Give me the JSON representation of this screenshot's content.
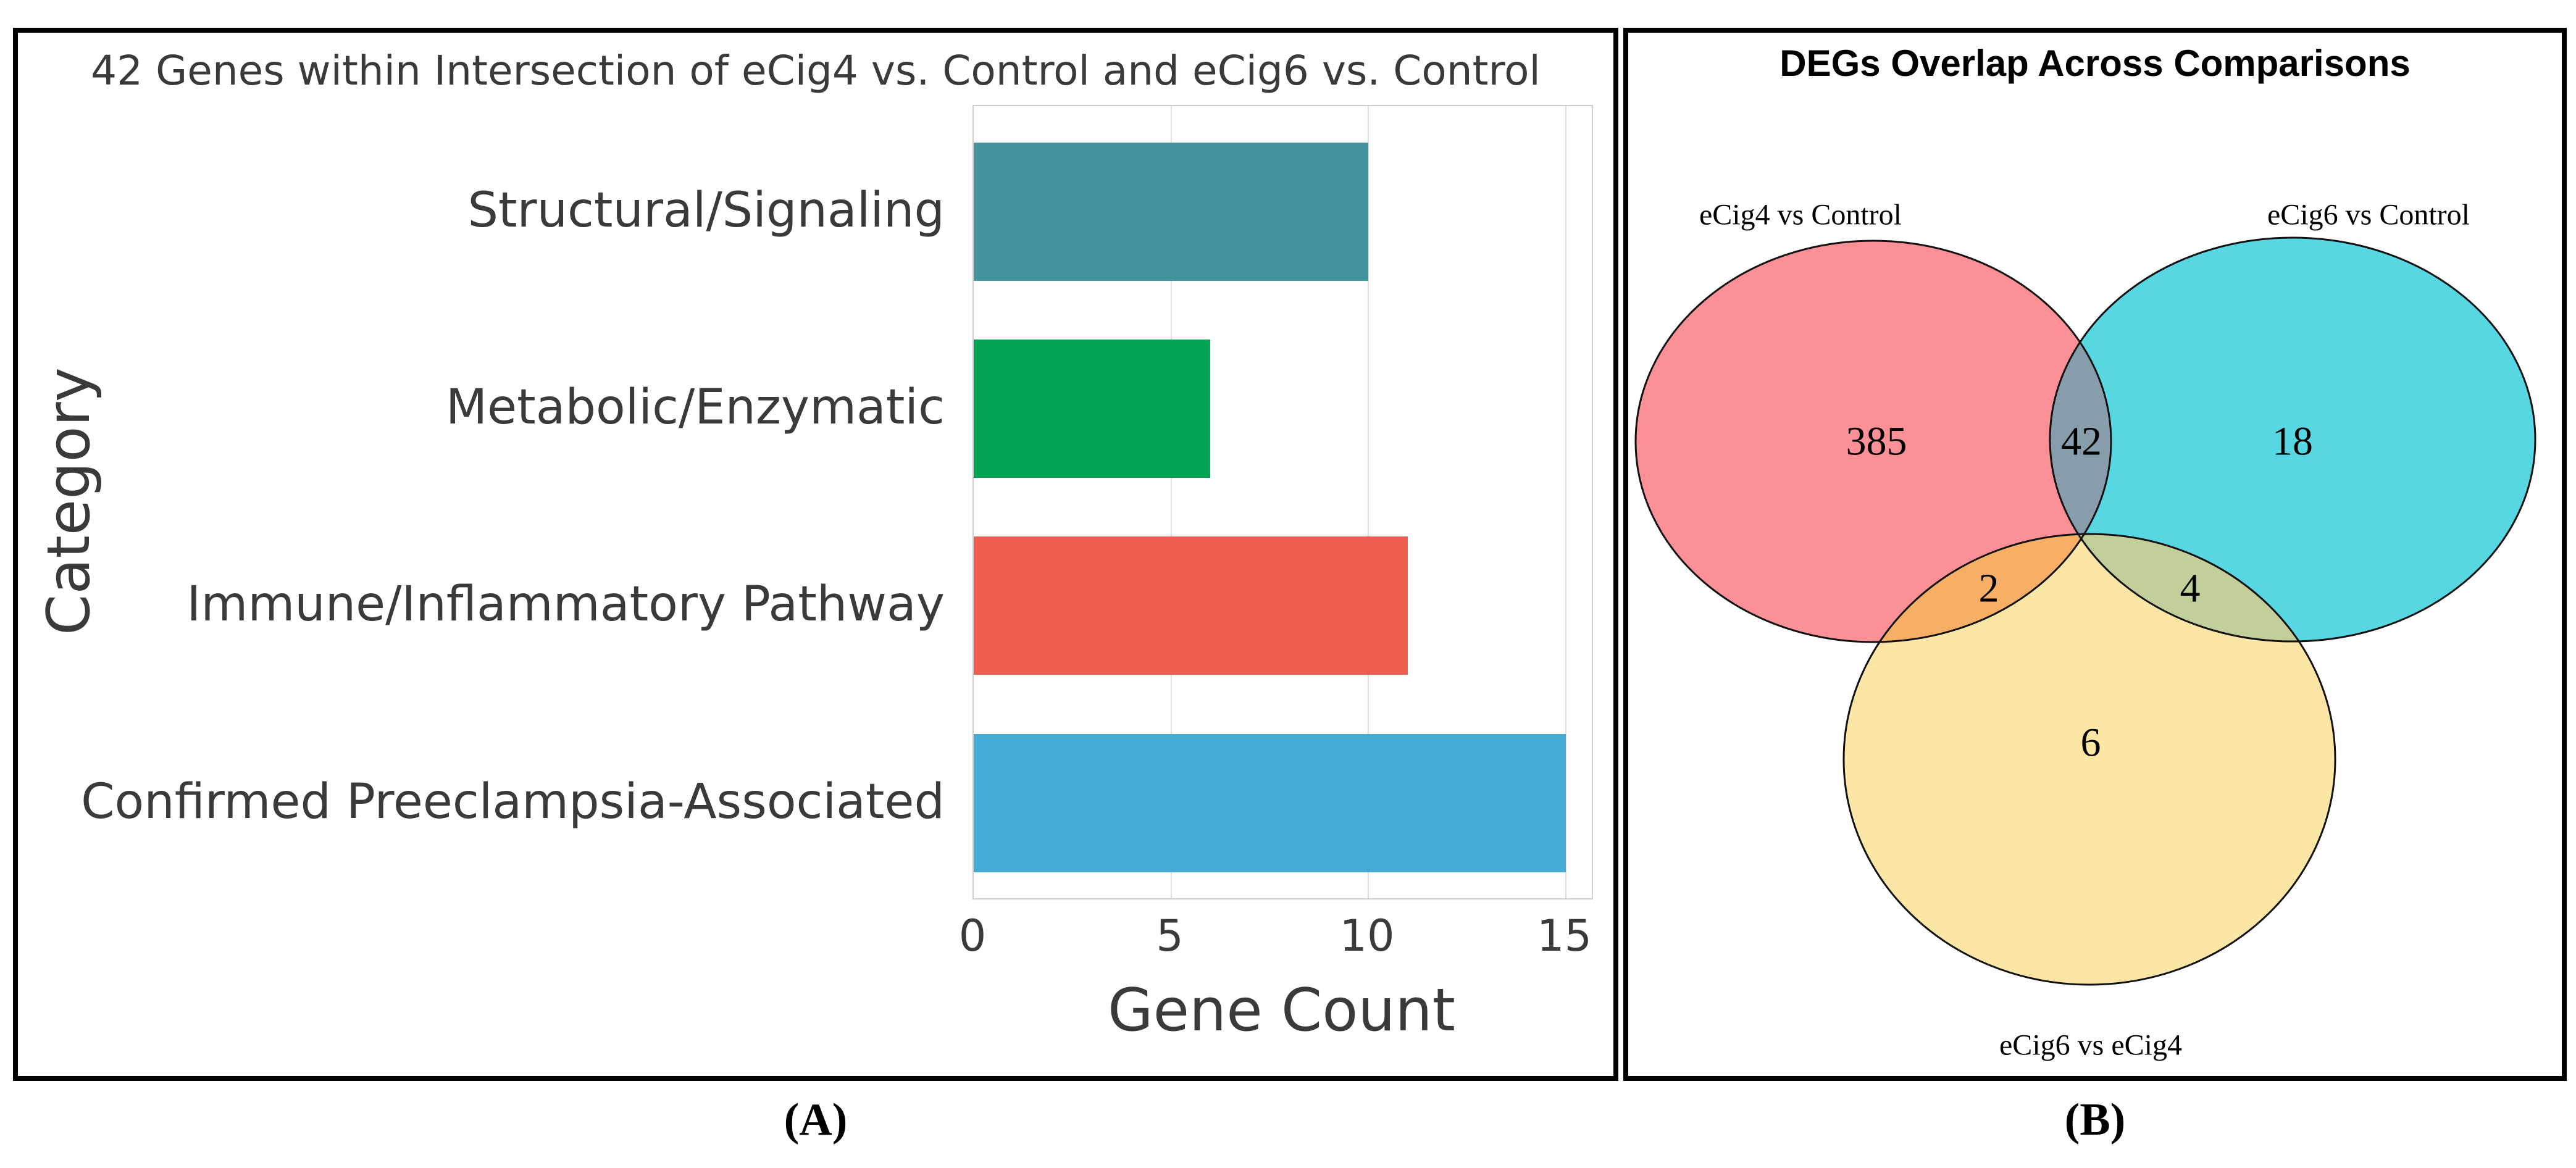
{
  "panel_a": {
    "caption": "(A)",
    "title": "42 Genes within Intersection of eCig4 vs. Control and eCig6 vs. Control",
    "xlabel": "Gene Count",
    "ylabel": "Category"
  },
  "panel_b": {
    "caption": "(B)",
    "title": "DEGs Overlap Across Comparisons"
  },
  "chart_data": [
    {
      "type": "bar",
      "orientation": "horizontal",
      "title": "42 Genes within Intersection of eCig4 vs. Control and eCig6 vs. Control",
      "xlabel": "Gene Count",
      "ylabel": "Category",
      "categories": [
        "Structural/Signaling",
        "Metabolic/Enzymatic",
        "Immune/Inflammatory Pathway",
        "Confirmed Preeclampsia-Associated"
      ],
      "values": [
        10,
        6,
        11,
        15
      ],
      "colors": [
        "#43929f",
        "#02a254",
        "#ee5e50",
        "#45aad5"
      ],
      "xticks": [
        0,
        5,
        10,
        15
      ],
      "xlim": [
        0,
        15.66
      ],
      "grid": true,
      "plot_border_color": "#cfcfcf",
      "gridline_color": "#dcdcdc",
      "text_color": "#3a3a3a"
    },
    {
      "type": "venn",
      "title": "DEGs Overlap Across Comparisons",
      "sets": [
        {
          "label": "eCig4 vs Control",
          "color": "#FB9196"
        },
        {
          "label": "eCig6 vs Control",
          "color": "#57D7E2"
        },
        {
          "label": "eCig6 vs eCig4",
          "color": "#FCE6A6"
        }
      ],
      "overlap_colors": {
        "ecig4_ecig6": "#879DAB",
        "ecig4_ecig6vs4": "#F6AF65",
        "ecig6_ecig6vs4": "#C2CF9A"
      },
      "outline_color": "#111111",
      "regions": {
        "ecig4_only": 385,
        "ecig4_and_ecig6": 42,
        "ecig6_only": 18,
        "ecig4_and_ecig6vs4": 2,
        "ecig6_and_ecig6vs4": 4,
        "ecig6vs4_only": 6
      }
    }
  ]
}
